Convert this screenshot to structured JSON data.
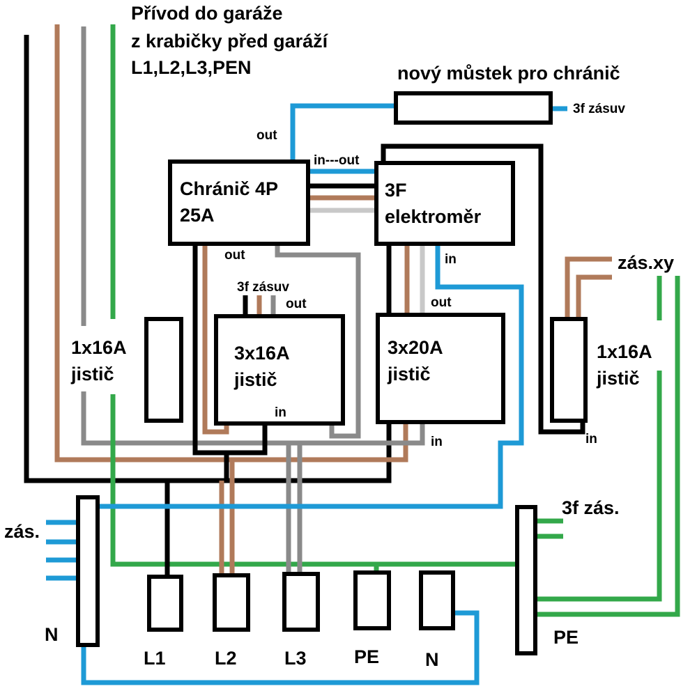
{
  "colors": {
    "black": "#000000",
    "brown": "#b07a5a",
    "gray": "#8a8a8a",
    "light_gray": "#c8c8c8",
    "green": "#33a84a",
    "blue": "#1e9ad6",
    "background": "#ffffff"
  },
  "header": {
    "line1": "Přívod do garáže",
    "line2": "z krabičky před garáží",
    "line3": "L1,L2,L3,PEN"
  },
  "bridge": {
    "title": "nový můstek pro chránič",
    "socket_label": "3f zásuv"
  },
  "rcd": {
    "line1": "Chránič 4P",
    "line2": "25A",
    "label_out_top": "out",
    "label_out_bottom": "out",
    "label_in_out": "in---out"
  },
  "meter": {
    "line1": "3F",
    "line2": "elektroměr",
    "label_in": "in",
    "label_out": "out"
  },
  "breaker_3x16": {
    "line1": "3x16A",
    "line2": "jistič",
    "socket_label": "3f zásuv",
    "label_out": "out",
    "label_in": "in"
  },
  "breaker_3x20": {
    "line1": "3x20A",
    "line2": "jistič",
    "label_in": "in"
  },
  "breaker_1x16_left": {
    "line1": "1x16A",
    "line2": "jistič"
  },
  "breaker_1x16_right": {
    "line1": "1x16A",
    "line2": "jistič",
    "socket_label": "zás.xy",
    "label_in": "in"
  },
  "n_bar": {
    "label": "N",
    "socket_label": "zás."
  },
  "pe_bar": {
    "label": "PE",
    "socket_label": "3f zás."
  },
  "terminals": [
    "L1",
    "L2",
    "L3",
    "PE",
    "N"
  ]
}
